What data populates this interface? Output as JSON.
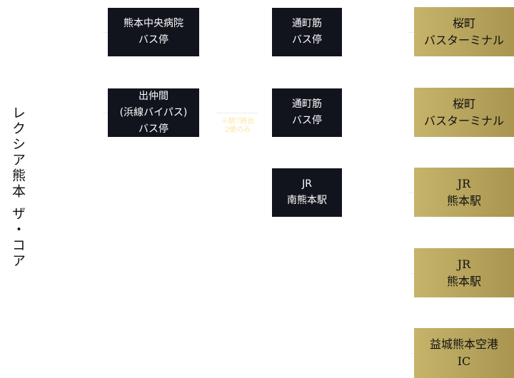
{
  "title": "レクシア熊本 ザ・コア",
  "routes": [
    {
      "origin": "熊本中央病院\nバス停",
      "via": "通町筋\nバス停",
      "dest": "桜町\nバスターミナル"
    },
    {
      "origin": "出仲間\n(浜線バイパス)\nバス停",
      "via": "通町筋\nバス停",
      "dest": "桜町\nバスターミナル",
      "note": "※朝7時台\n2便のみ"
    },
    {
      "via": "JR\n南熊本駅",
      "dest": "JR\n熊本駅"
    },
    {
      "dest": "JR\n熊本駅"
    },
    {
      "dest": "益城熊本空港\nIC"
    }
  ]
}
